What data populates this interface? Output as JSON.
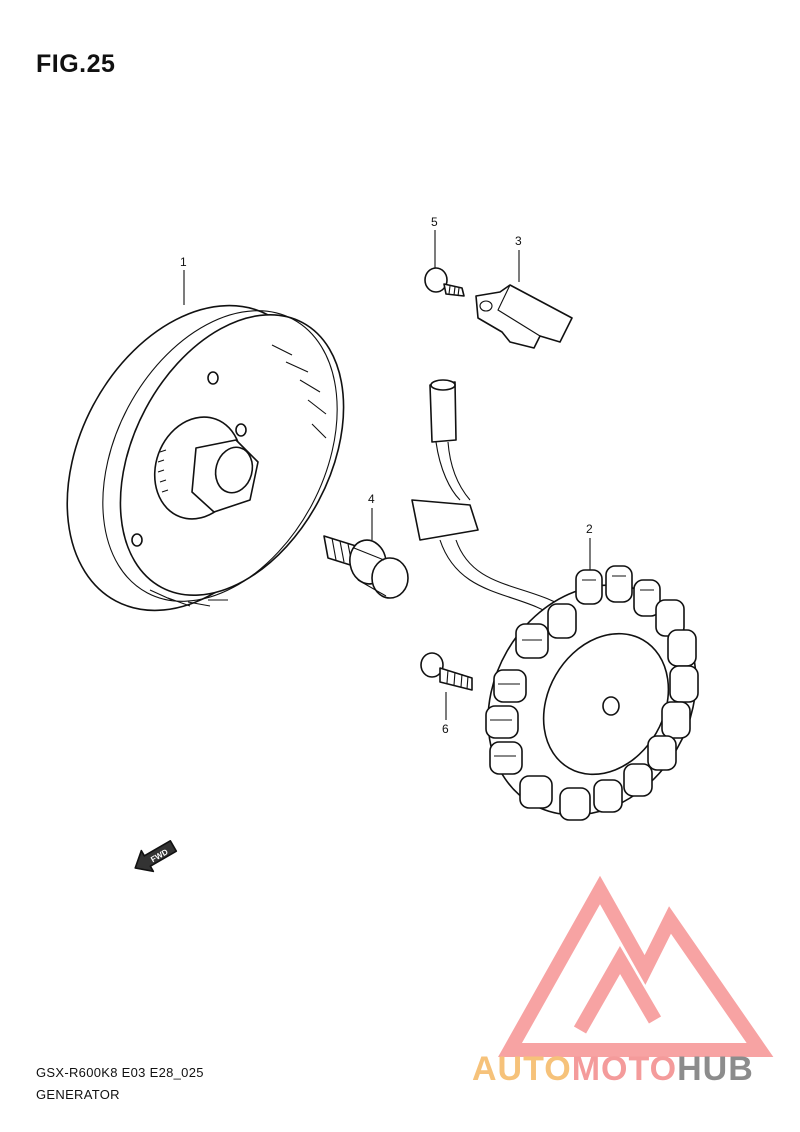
{
  "figure_title": "FIG.25",
  "callouts": {
    "p1": "1",
    "p2": "2",
    "p3": "3",
    "p4": "4",
    "p5": "5",
    "p6": "6"
  },
  "fwd_label": "FWD",
  "footer": {
    "code": "GSX-R600K8 E03 E28_025",
    "name": "GENERATOR"
  },
  "watermark": {
    "part1": "AUTO",
    "part2": "MOTO",
    "part3": "HUB",
    "colors": {
      "triangle": "#f7a3a3",
      "auto": "#f6c27a",
      "moto": "#f49b9b",
      "hub": "#8c8c8c"
    }
  }
}
